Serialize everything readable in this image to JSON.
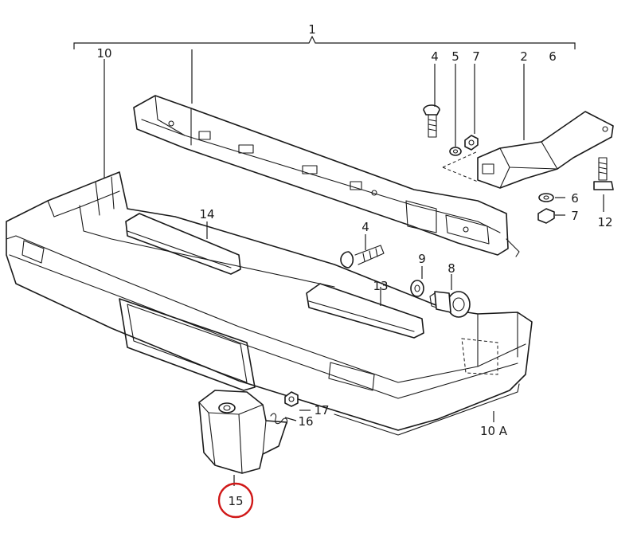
{
  "callouts": [
    {
      "id": "c1",
      "text": "1"
    },
    {
      "id": "c10",
      "text": "10"
    },
    {
      "id": "c4a",
      "text": "4"
    },
    {
      "id": "c5",
      "text": "5"
    },
    {
      "id": "c7a",
      "text": "7"
    },
    {
      "id": "c2",
      "text": "2"
    },
    {
      "id": "c6a",
      "text": "6"
    },
    {
      "id": "c6b",
      "text": "6"
    },
    {
      "id": "c7b",
      "text": "7"
    },
    {
      "id": "c12",
      "text": "12"
    },
    {
      "id": "c14",
      "text": "14"
    },
    {
      "id": "c4b",
      "text": "4"
    },
    {
      "id": "c9",
      "text": "9"
    },
    {
      "id": "c8",
      "text": "8"
    },
    {
      "id": "c13",
      "text": "13"
    },
    {
      "id": "c17",
      "text": "17"
    },
    {
      "id": "c16",
      "text": "16"
    },
    {
      "id": "c10A",
      "text": "10 A"
    },
    {
      "id": "c15",
      "text": "15"
    }
  ],
  "highlighted_part": "15",
  "colors": {
    "ink": "#1a1a1a",
    "highlight": "#d01818",
    "paper": "#ffffff"
  }
}
